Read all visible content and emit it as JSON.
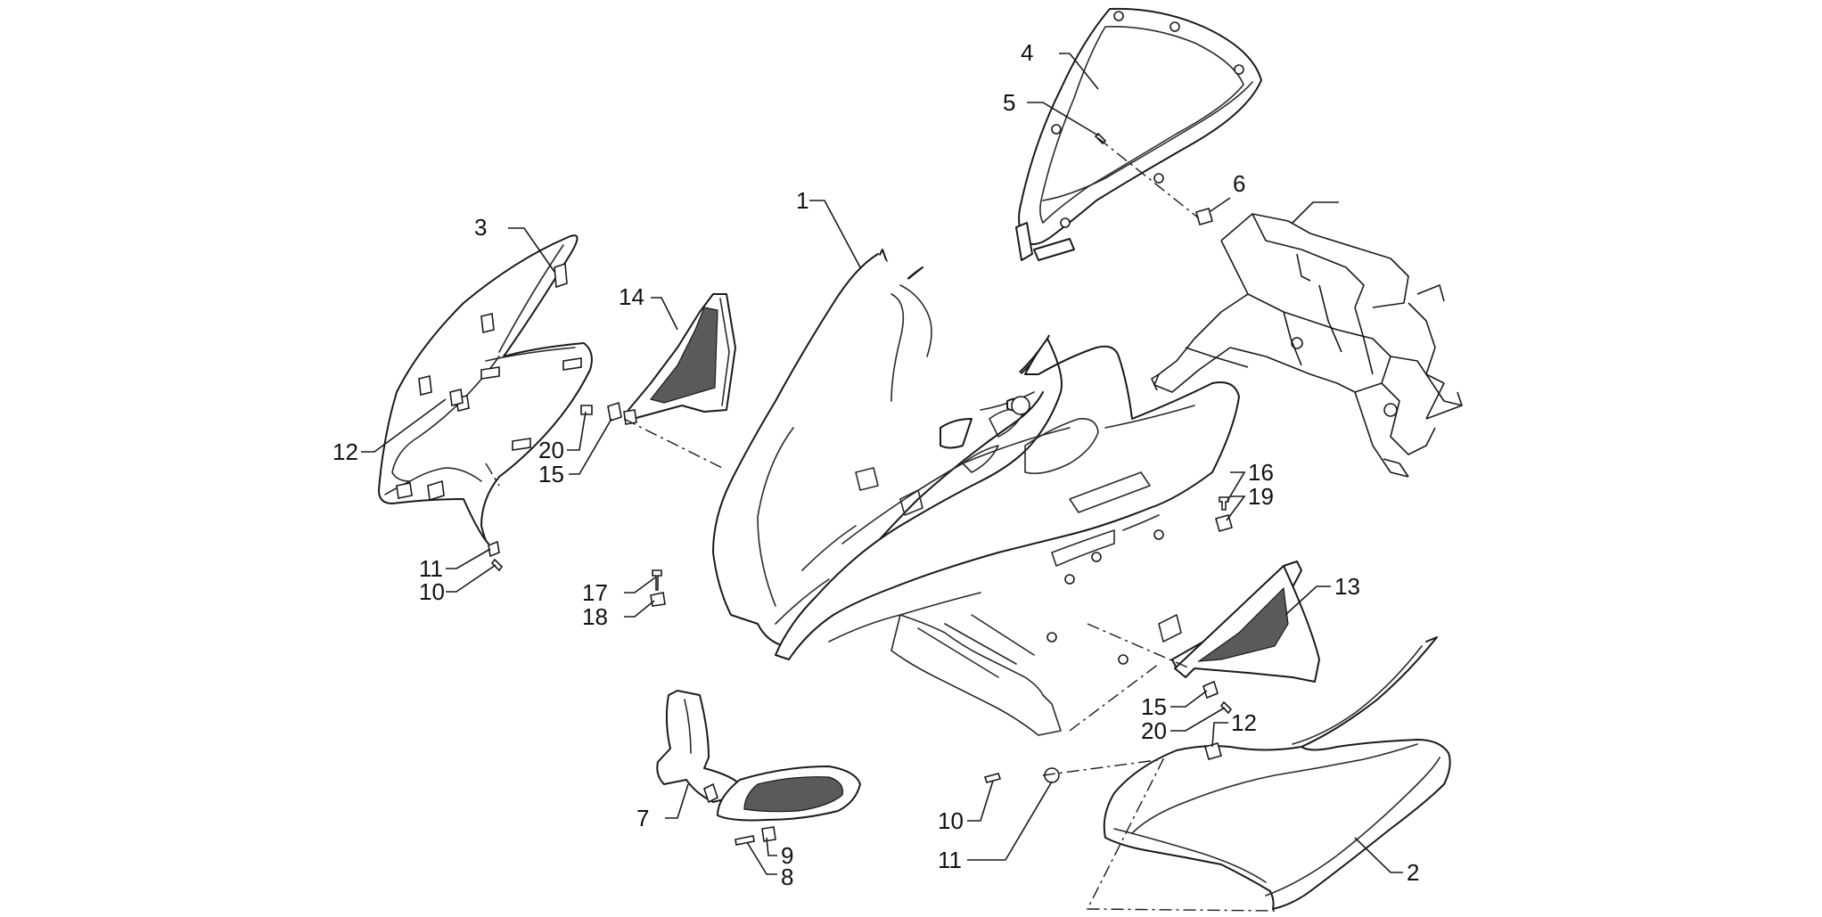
{
  "labels": {
    "l1": "1",
    "l2": "2",
    "l3": "3",
    "l4": "4",
    "l5": "5",
    "l6": "6",
    "l7": "7",
    "l8": "8",
    "l9": "9",
    "l10a": "10",
    "l10b": "10",
    "l11a": "11",
    "l11b": "11",
    "l12a": "12",
    "l12b": "12",
    "l13": "13",
    "l14": "14",
    "l15a": "15",
    "l15b": "15",
    "l16": "16",
    "l17": "17",
    "l18": "18",
    "l19": "19",
    "l20a": "20",
    "l20b": "20"
  },
  "colors": {
    "line": "#1a1a1a",
    "mesh": "#5a5a5a",
    "background": "#ffffff"
  }
}
